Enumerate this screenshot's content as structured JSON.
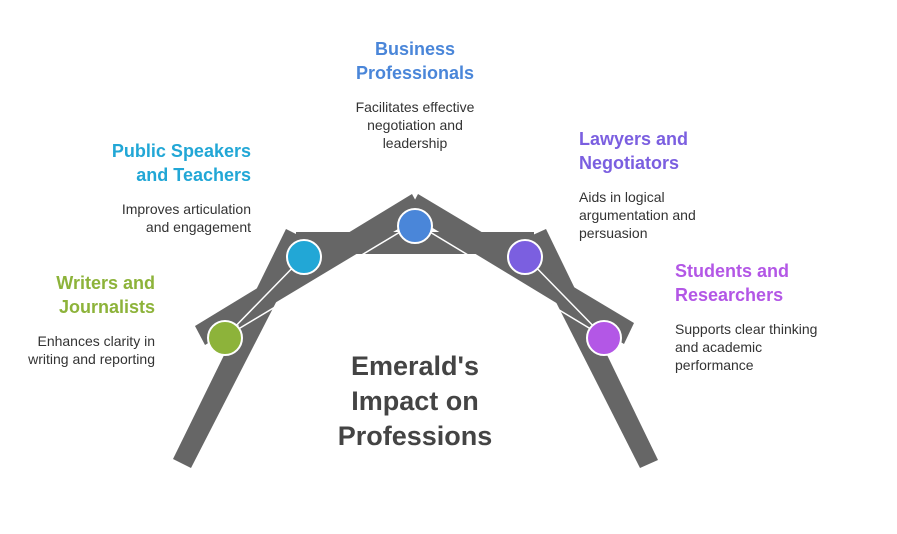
{
  "title": "Emerald's\nImpact on\nProfessions",
  "colors": {
    "frame": "#666666",
    "frame_highlight": "#ffffff"
  },
  "items": [
    {
      "heading": "Writers and\nJournalists",
      "description": "Enhances clarity in\nwriting and reporting",
      "color": "#8db33a"
    },
    {
      "heading": "Public Speakers\nand Teachers",
      "description": "Improves articulation\nand engagement",
      "color": "#22a7d6"
    },
    {
      "heading": "Business\nProfessionals",
      "description": "Facilitates effective\nnegotiation and\nleadership",
      "color": "#4a86d9"
    },
    {
      "heading": "Lawyers and\nNegotiators",
      "description": "Aids in logical\nargumentation and\npersuasion",
      "color": "#7b5fe0"
    },
    {
      "heading": "Students and\nResearchers",
      "description": "Supports clear thinking\nand academic\nperformance",
      "color": "#b357e6"
    }
  ]
}
